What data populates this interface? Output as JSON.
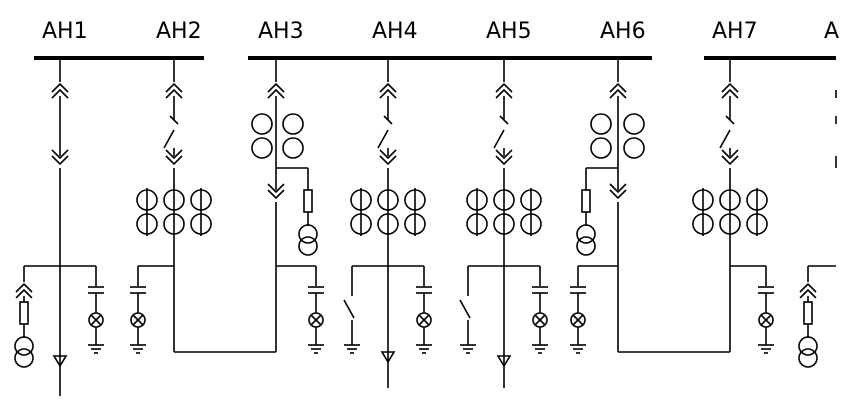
{
  "diagram": {
    "panels": [
      {
        "label": "AH1",
        "type": "incomer"
      },
      {
        "label": "AH2",
        "type": "outgoing-ct-reactor"
      },
      {
        "label": "AH3",
        "type": "vt-coupler"
      },
      {
        "label": "AH4",
        "type": "outgoing-feeder"
      },
      {
        "label": "AH5",
        "type": "outgoing-feeder"
      },
      {
        "label": "AH6",
        "type": "vt-coupler"
      },
      {
        "label": "AH7",
        "type": "outgoing-ct-reactor"
      },
      {
        "label": "A",
        "type": "incomer-partial"
      }
    ],
    "colors": {
      "line": "#000000",
      "background": "#ffffff"
    },
    "symbols": [
      "busbar",
      "withdrawable-contact",
      "disconnector",
      "current-transformer",
      "voltage-transformer",
      "fuse",
      "capacitor",
      "surge-arrester",
      "earth",
      "cable-termination"
    ]
  }
}
